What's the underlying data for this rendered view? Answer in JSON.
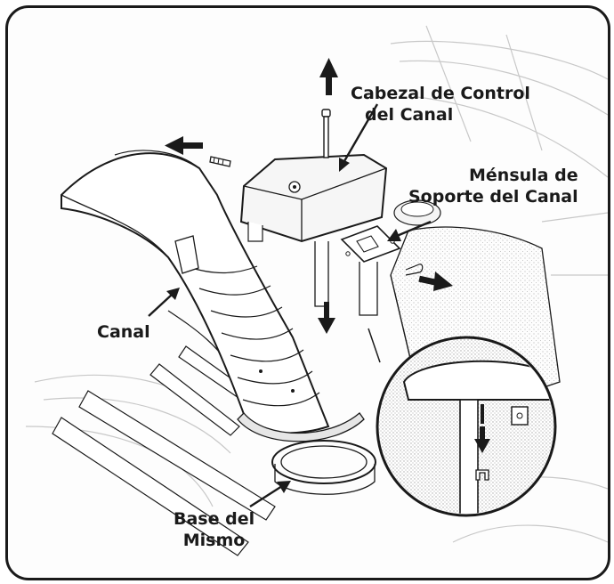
{
  "labels": {
    "control_head": [
      "Cabezal de Control",
      "del Canal"
    ],
    "support_bracket": [
      "Ménsula de",
      "Soporte del Canal"
    ],
    "chute": "Canal",
    "base": [
      "Base del",
      "Mismo"
    ]
  },
  "colors": {
    "ink": "#1a1a1a",
    "shade": "#9a9a9a",
    "light": "#d4d4d4",
    "frame": "#1a1a1a"
  },
  "icons": [
    "arrow-up-icon",
    "arrow-left-icon",
    "arrow-right-icon",
    "arrow-down-icon"
  ]
}
